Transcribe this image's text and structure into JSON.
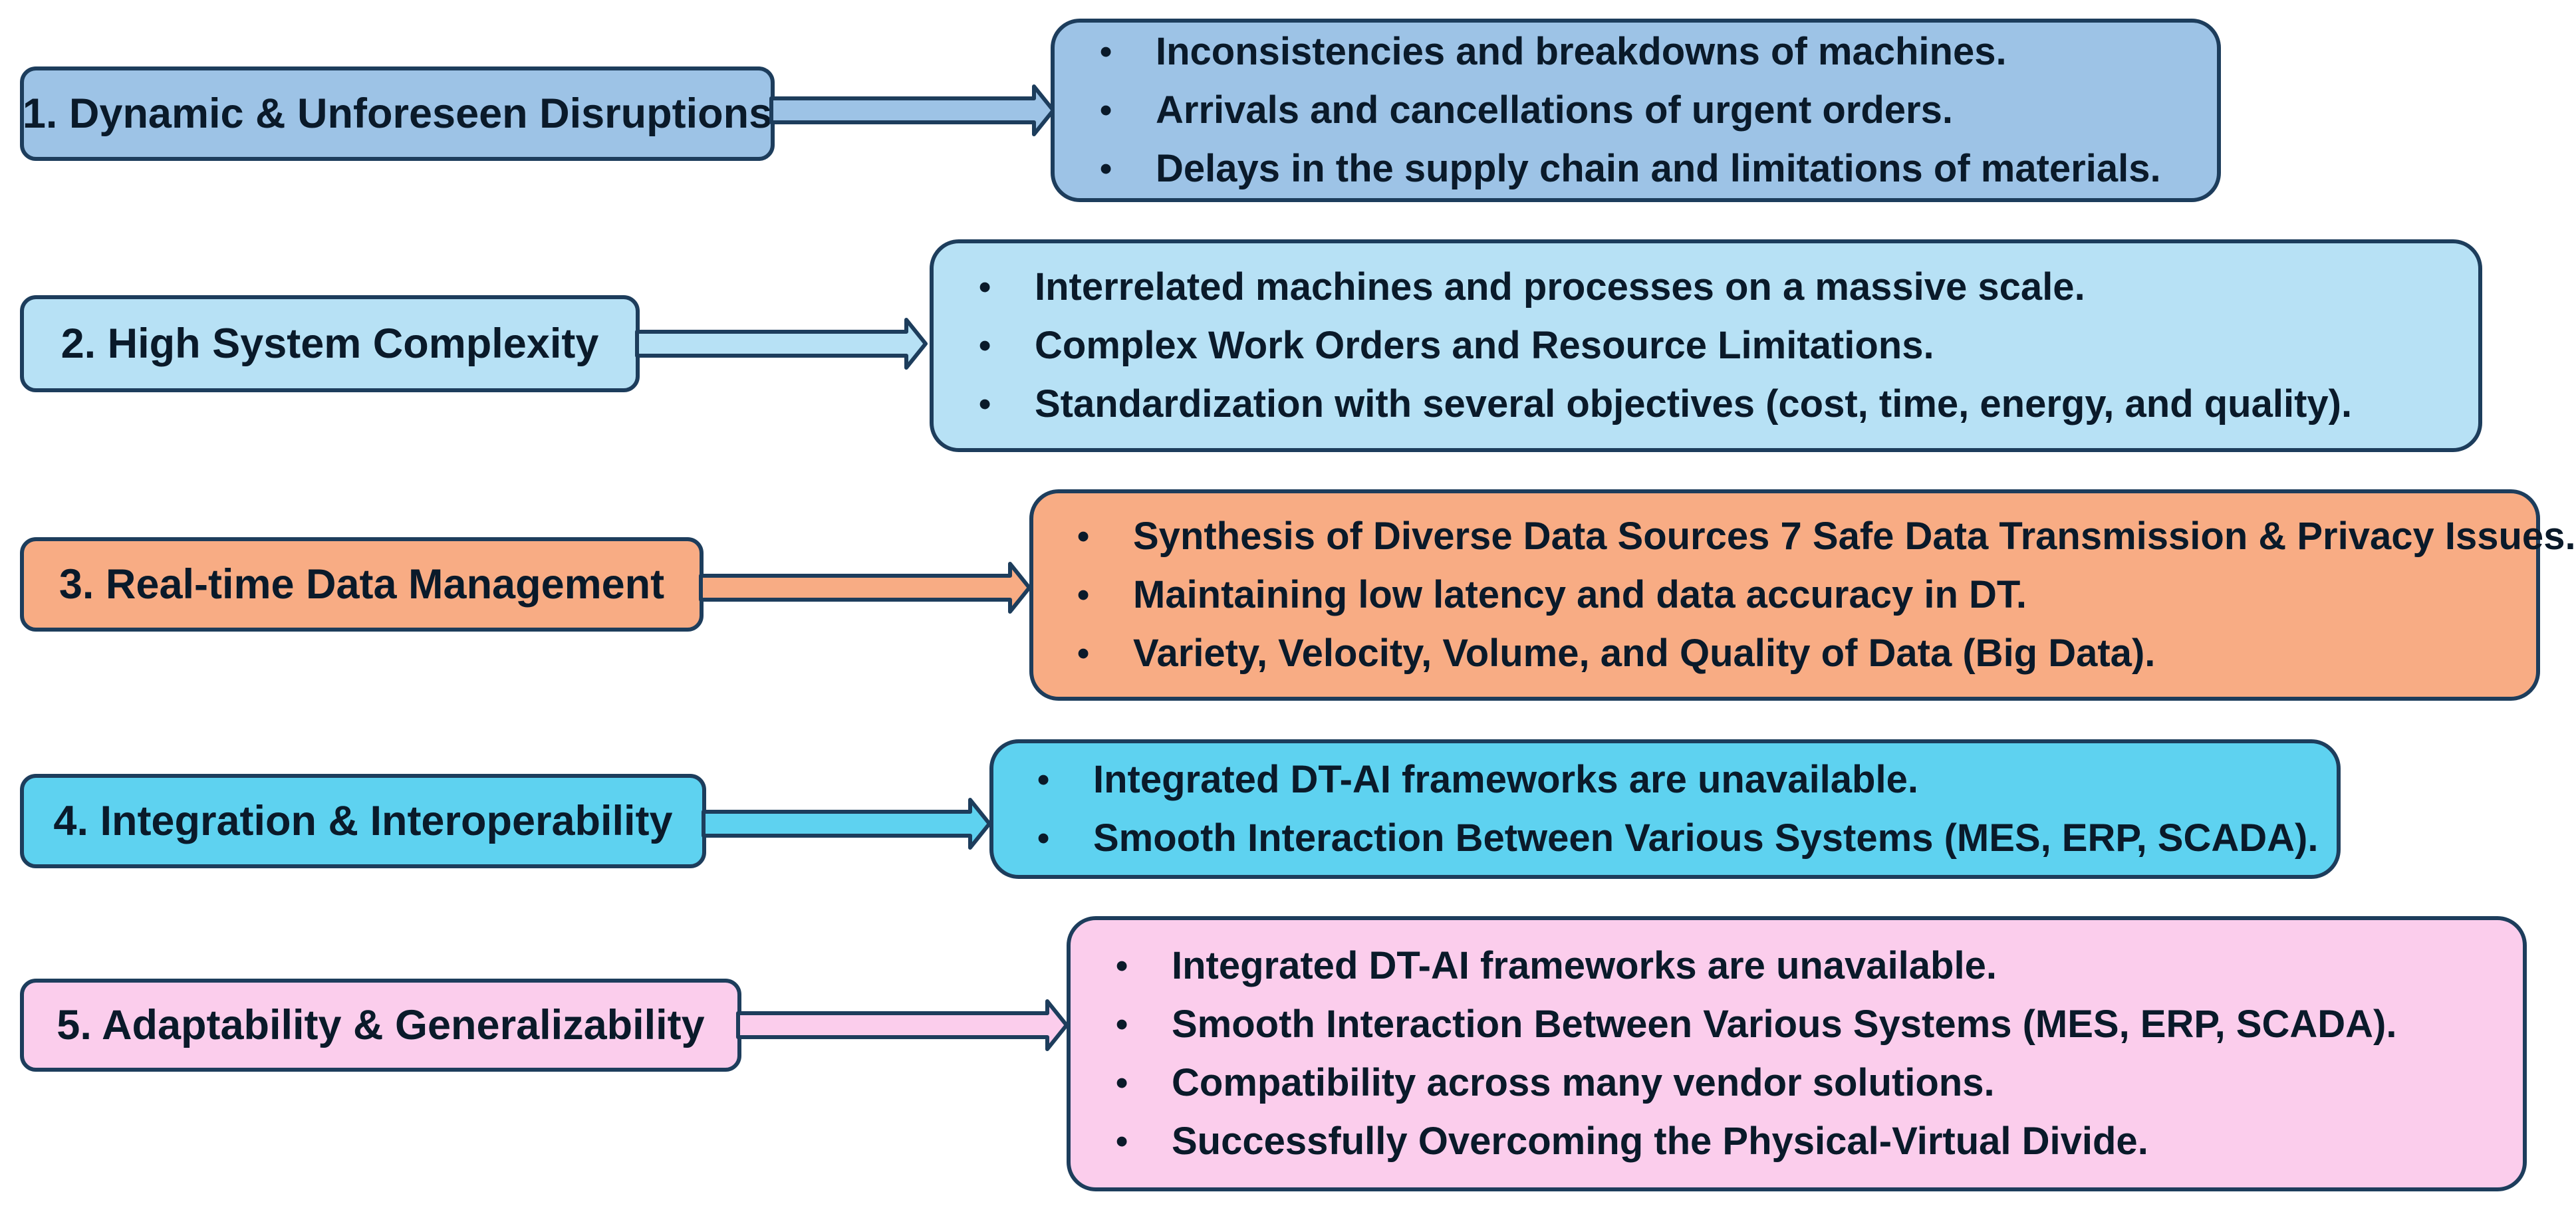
{
  "rows": [
    {
      "label": "1. Dynamic & Unforeseen Disruptions",
      "color": "#9dc3e6",
      "bullets": [
        "Inconsistencies and breakdowns of machines.",
        "Arrivals and cancellations of urgent orders.",
        "Delays in the supply chain and limitations of materials."
      ]
    },
    {
      "label": "2. High System Complexity",
      "color": "#b7e1f5",
      "bullets": [
        "Interrelated machines and processes on a massive scale.",
        "Complex Work Orders and Resource Limitations.",
        "Standardization with several objectives (cost, time, energy, and quality)."
      ]
    },
    {
      "label": "3. Real-time Data Management",
      "color": "#f8ac84",
      "bullets": [
        "Synthesis of Diverse Data Sources 7 Safe Data Transmission & Privacy Issues.",
        "Maintaining low latency and data accuracy in DT.",
        "Variety, Velocity, Volume, and Quality of Data (Big Data)."
      ]
    },
    {
      "label": "4.  Integration & Interoperability",
      "color": "#5ed2f0",
      "bullets": [
        "Integrated DT-AI frameworks are unavailable.",
        "Smooth Interaction Between Various Systems (MES, ERP, SCADA)."
      ]
    },
    {
      "label": "5. Adaptability & Generalizability",
      "color": "#fbcdec",
      "bullets": [
        "Integrated DT-AI frameworks are unavailable.",
        "Smooth Interaction Between Various Systems (MES, ERP, SCADA).",
        "Compatibility across many vendor solutions.",
        "Successfully Overcoming the Physical-Virtual Divide."
      ]
    }
  ],
  "bullet_glyph": "•"
}
